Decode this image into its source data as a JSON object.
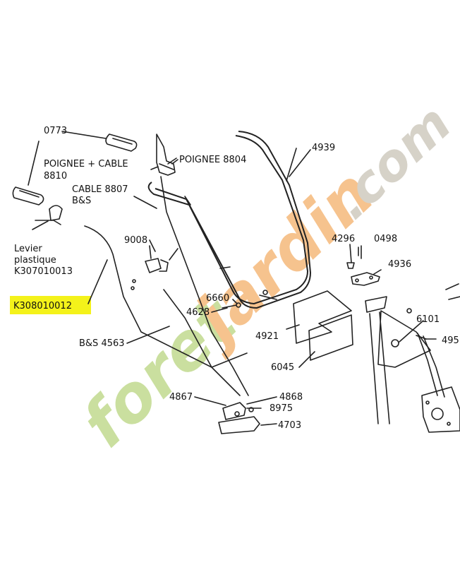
{
  "labels": {
    "top_cut": "0773",
    "poignee_cable_1": "POIGNEE + CABLE",
    "poignee_cable_2": "8810",
    "poignee_8804": "POIGNEE 8804",
    "cable_8807_1": "CABLE 8807",
    "cable_8807_2": "B&S",
    "p4939": "4939",
    "levier_1": "Levier",
    "levier_2": "plastique",
    "levier_3": "K307010013",
    "highlight_ref": "K308010012",
    "p9008": "9008",
    "p4296": "4296",
    "p0498": "0498",
    "p4936": "4936",
    "p6660": "6660",
    "p4628": "4628",
    "p6101": "6101",
    "p4921": "4921",
    "p495": "495",
    "bs4563": "B&S  4563",
    "p6045": "6045",
    "p4867": "4867",
    "p4868": "4868",
    "p8975": "8975",
    "p4703": "4703"
  },
  "watermark": {
    "text": "foretjardin.com",
    "colors": {
      "green": "#c8de9a",
      "orange": "#f6c089",
      "grey": "#d4d0c6"
    }
  },
  "colors": {
    "highlight": "#f4f21a",
    "line": "#222222"
  }
}
